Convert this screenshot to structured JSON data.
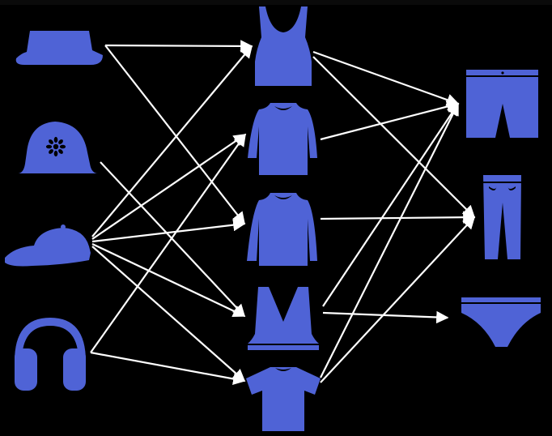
{
  "colors": {
    "background": "#000000",
    "item": "#4f63d6",
    "arrow": "#ffffff"
  },
  "columns": {
    "accessories": [
      "bucket-hat",
      "floral-bell-hat",
      "baseball-cap",
      "headphones"
    ],
    "tops": [
      "tank-top",
      "sweatshirt",
      "long-sleeve-shirt",
      "v-neck-vest",
      "t-shirt"
    ],
    "bottoms": [
      "shorts",
      "jeans",
      "briefs"
    ]
  },
  "edges": [
    [
      "bucket-hat",
      "tank-top"
    ],
    [
      "bucket-hat",
      "long-sleeve-shirt"
    ],
    [
      "floral-bell-hat",
      "v-neck-vest"
    ],
    [
      "baseball-cap",
      "tank-top"
    ],
    [
      "baseball-cap",
      "sweatshirt"
    ],
    [
      "baseball-cap",
      "long-sleeve-shirt"
    ],
    [
      "baseball-cap",
      "v-neck-vest"
    ],
    [
      "baseball-cap",
      "t-shirt"
    ],
    [
      "headphones",
      "sweatshirt"
    ],
    [
      "headphones",
      "t-shirt"
    ],
    [
      "tank-top",
      "shorts"
    ],
    [
      "tank-top",
      "jeans"
    ],
    [
      "sweatshirt",
      "shorts"
    ],
    [
      "long-sleeve-shirt",
      "jeans"
    ],
    [
      "v-neck-vest",
      "shorts"
    ],
    [
      "v-neck-vest",
      "briefs"
    ],
    [
      "t-shirt",
      "shorts"
    ],
    [
      "t-shirt",
      "jeans"
    ]
  ]
}
